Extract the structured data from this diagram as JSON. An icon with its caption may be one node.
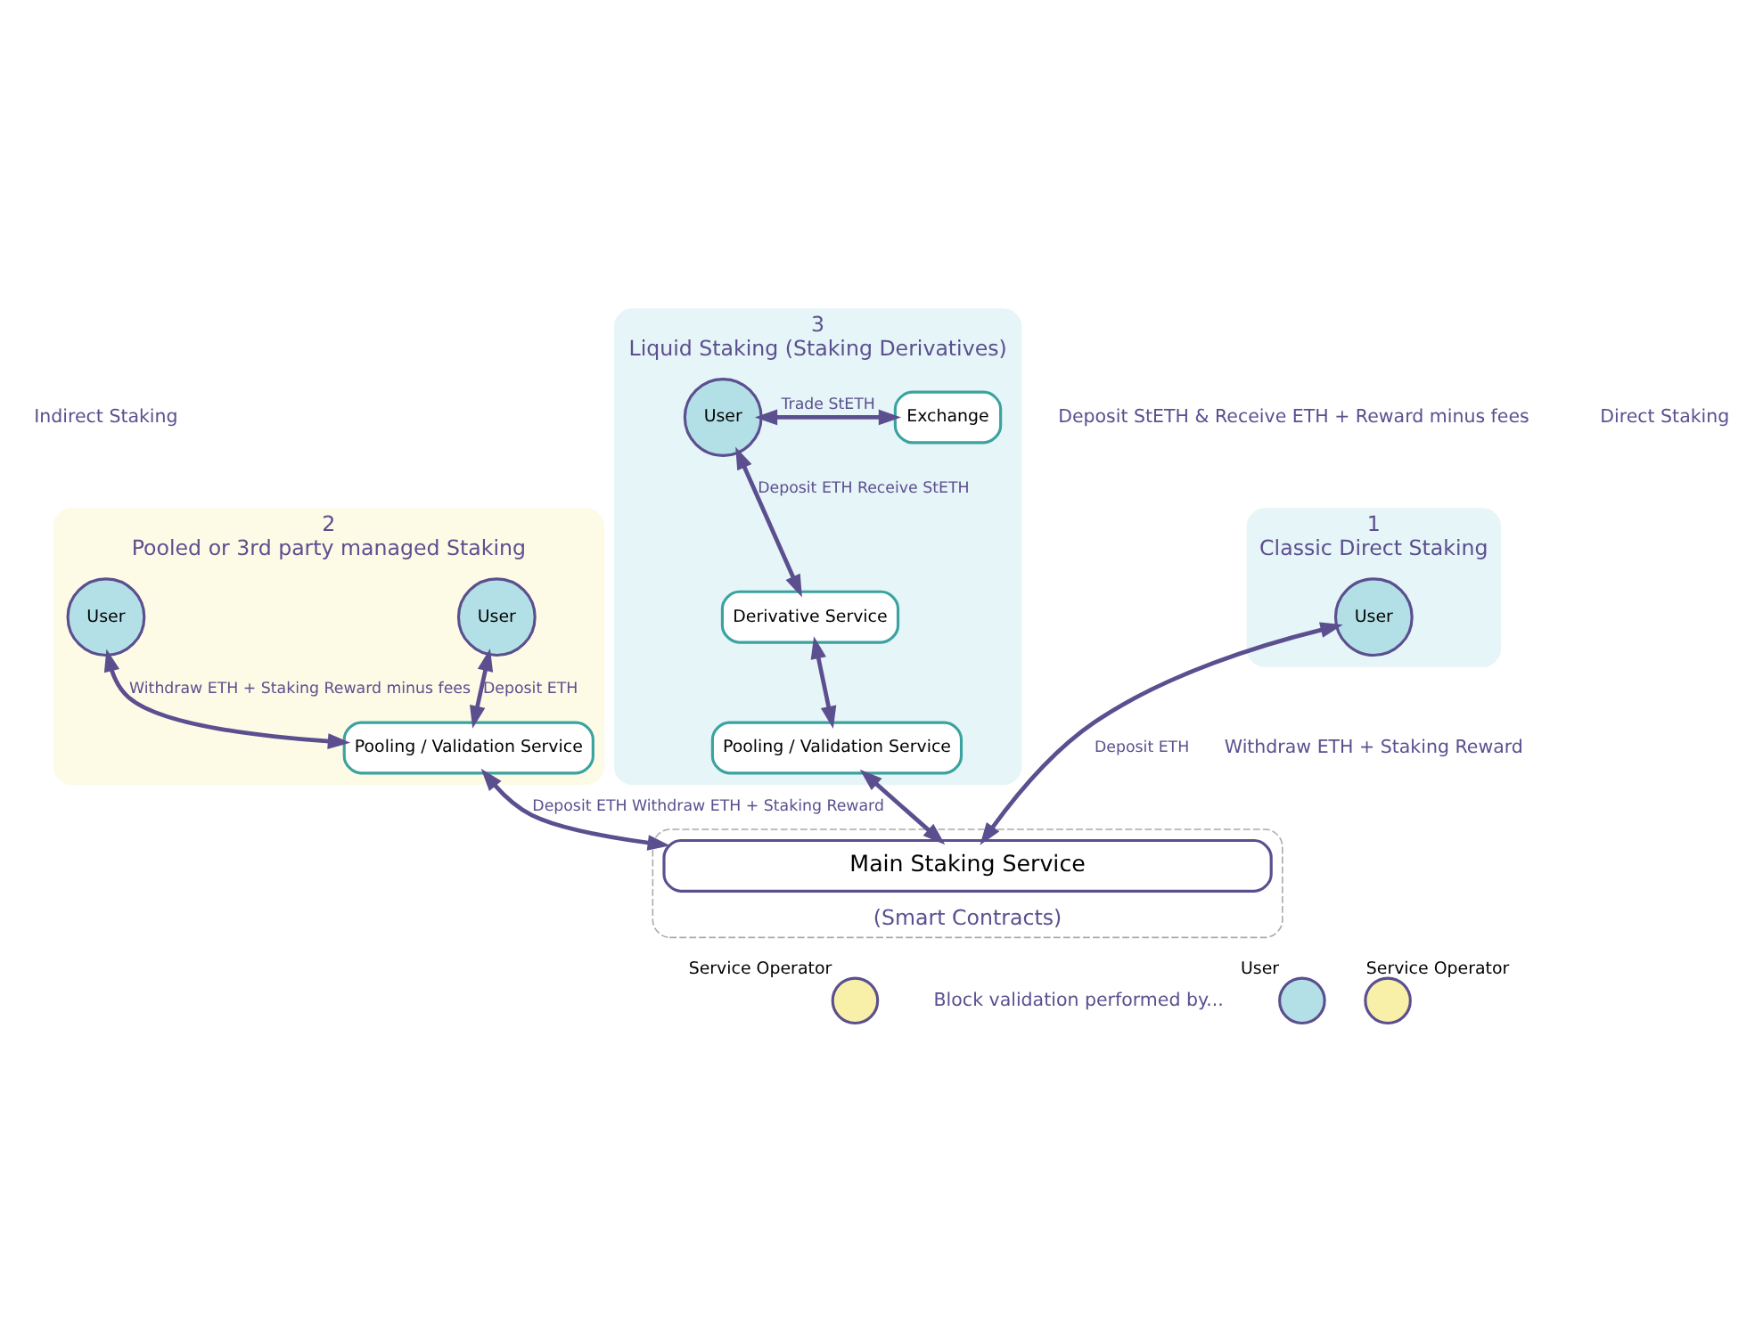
{
  "diagram": {
    "nodes": [
      {
        "text": [
          "1",
          "Classic Direct Staking"
        ]
      },
      {
        "text": [
          "User"
        ],
        "in": 0
      },
      {
        "text": [
          "2",
          "Pooled or 3rd party managed Staking"
        ]
      },
      {
        "text": [
          "User"
        ],
        "in": 2
      },
      {
        "text": [
          "User"
        ],
        "in": 2
      },
      {
        "text": [
          "3",
          "Liquid Staking (Staking Derivatives)"
        ]
      },
      {
        "text": [
          "User"
        ],
        "in": 5
      },
      {
        "text": [
          "Exchange"
        ],
        "in": 5
      },
      {
        "text": [
          "(Smart Contracts)"
        ]
      },
      {
        "text": [
          "Pooling / Validation Service"
        ],
        "in": 2
      },
      {
        "text": [
          "Derivative Service"
        ],
        "in": 5
      },
      {
        "text": [
          "Pooling / Validation Service"
        ],
        "in": 5
      },
      {
        "text": [
          "Main Staking Service"
        ],
        "in": 8
      },
      {
        "text": [],
        "shape": "circle",
        "beside": [
          "User"
        ]
      },
      {
        "text": [],
        "shape": "circle",
        "beside": [
          "Service Operator"
        ]
      },
      {
        "text": [],
        "shape": "circle",
        "beside": [
          "Service Operator"
        ]
      }
    ],
    "edges": [
      {
        "from": 1,
        "to": 12,
        "arrow": "both",
        "label": "Deposit ETH"
      },
      {
        "from": 3,
        "to": 9,
        "arrow": "both",
        "label": "Deposit ETH"
      },
      {
        "from": 4,
        "to": 9,
        "arrow": "both",
        "label": "Withdraw ETH + Staking Reward minus fees"
      },
      {
        "from": 6,
        "to": 7,
        "arrow": "both",
        "label": "Trade StETH"
      },
      {
        "from": 6,
        "to": 10,
        "arrow": "both",
        "label": "Deposit ETH Receive StETH"
      },
      {
        "from": 10,
        "to": 11,
        "arrow": "both"
      },
      {
        "from": 9,
        "to": 12,
        "arrow": "both",
        "label": "Deposit ETH Withdraw ETH + Staking Reward"
      },
      {
        "from": 11,
        "to": 12,
        "arrow": "both"
      }
    ],
    "labels": [
      "Direct Staking",
      "Indirect Staking",
      "Withdraw ETH + Staking Reward",
      "Deposit StETH & Receive ETH + Reward minus fees",
      "Block validation performed by..."
    ]
  }
}
